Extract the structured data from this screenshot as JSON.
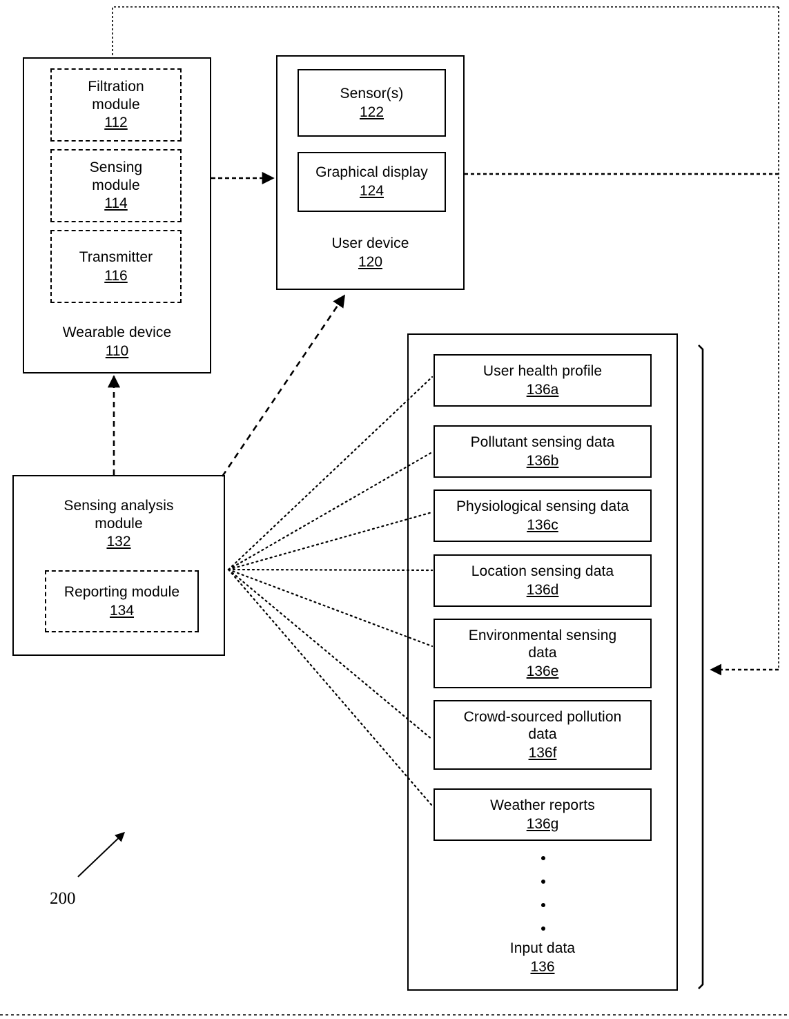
{
  "figure": {
    "number": "200",
    "type": "patent-block-diagram"
  },
  "wearable_device": {
    "title": "Wearable device",
    "ref": "110",
    "modules": [
      {
        "label": "Filtration\nmodule",
        "line1": "Filtration",
        "line2": "module",
        "ref": "112"
      },
      {
        "label": "Sensing\nmodule",
        "line1": "Sensing",
        "line2": "module",
        "ref": "114"
      },
      {
        "label": "Transmitter",
        "line1": "Transmitter",
        "line2": "",
        "ref": "116"
      }
    ]
  },
  "user_device": {
    "title": "User device",
    "ref": "120",
    "modules": [
      {
        "line1": "Sensor(s)",
        "line2": "",
        "ref": "122"
      },
      {
        "line1": "Graphical display",
        "line2": "",
        "ref": "124"
      }
    ]
  },
  "sensing_analysis": {
    "line1": "Sensing analysis",
    "line2": "module",
    "ref": "132",
    "inner": {
      "line1": "Reporting module",
      "line2": "",
      "ref": "134"
    }
  },
  "input_data": {
    "title": "Input data",
    "ref": "136",
    "items": [
      {
        "line1": "User health profile",
        "line2": "",
        "line3": "",
        "ref": "136a"
      },
      {
        "line1": "Pollutant sensing data",
        "line2": "",
        "line3": "",
        "ref": "136b"
      },
      {
        "line1": "Physiological sensing data",
        "line2": "",
        "line3": "",
        "ref": "136c"
      },
      {
        "line1": "Location sensing data",
        "line2": "",
        "line3": "",
        "ref": "136d"
      },
      {
        "line1": "Environmental sensing",
        "line2": "data",
        "line3": "",
        "ref": "136e"
      },
      {
        "line1": "Crowd-sourced pollution",
        "line2": "data",
        "line3": "",
        "ref": "136f"
      },
      {
        "line1": "Weather reports",
        "line2": "",
        "line3": "",
        "ref": "136g"
      }
    ],
    "ellipsis_count": 4
  },
  "colors": {
    "line": "#000000",
    "background": "#ffffff"
  }
}
